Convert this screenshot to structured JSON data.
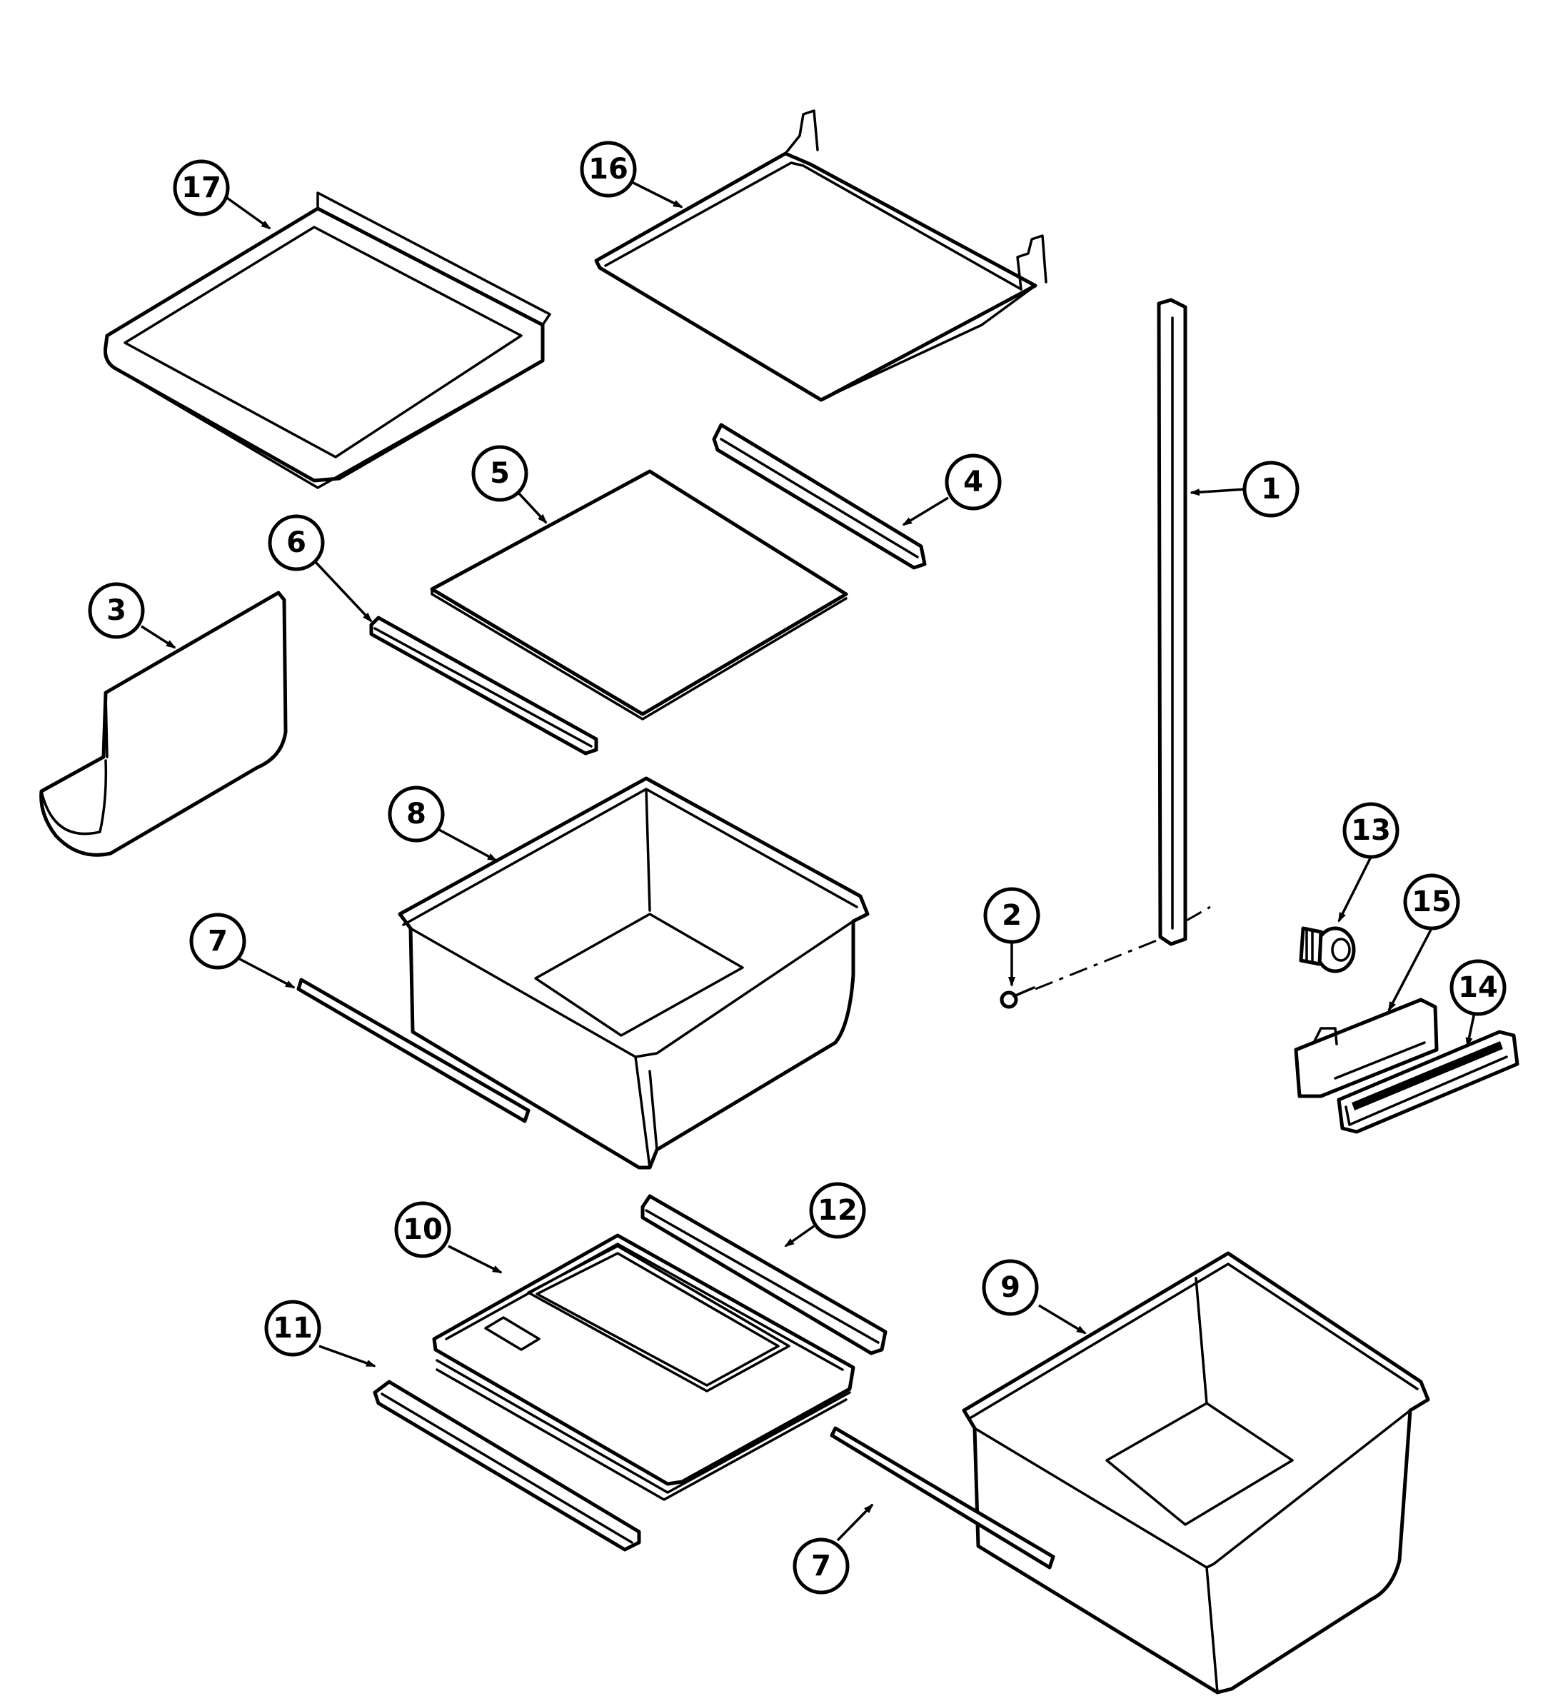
{
  "colors": {
    "line": "#000000",
    "background": "#ffffff"
  },
  "callouts": {
    "c1": "1",
    "c2": "2",
    "c3": "3",
    "c4": "4",
    "c5": "5",
    "c6": "6",
    "c7a": "7",
    "c7b": "7",
    "c8": "8",
    "c9": "9",
    "c10": "10",
    "c11": "11",
    "c12": "12",
    "c13": "13",
    "c14": "14",
    "c15": "15",
    "c16": "16",
    "c17": "17"
  }
}
